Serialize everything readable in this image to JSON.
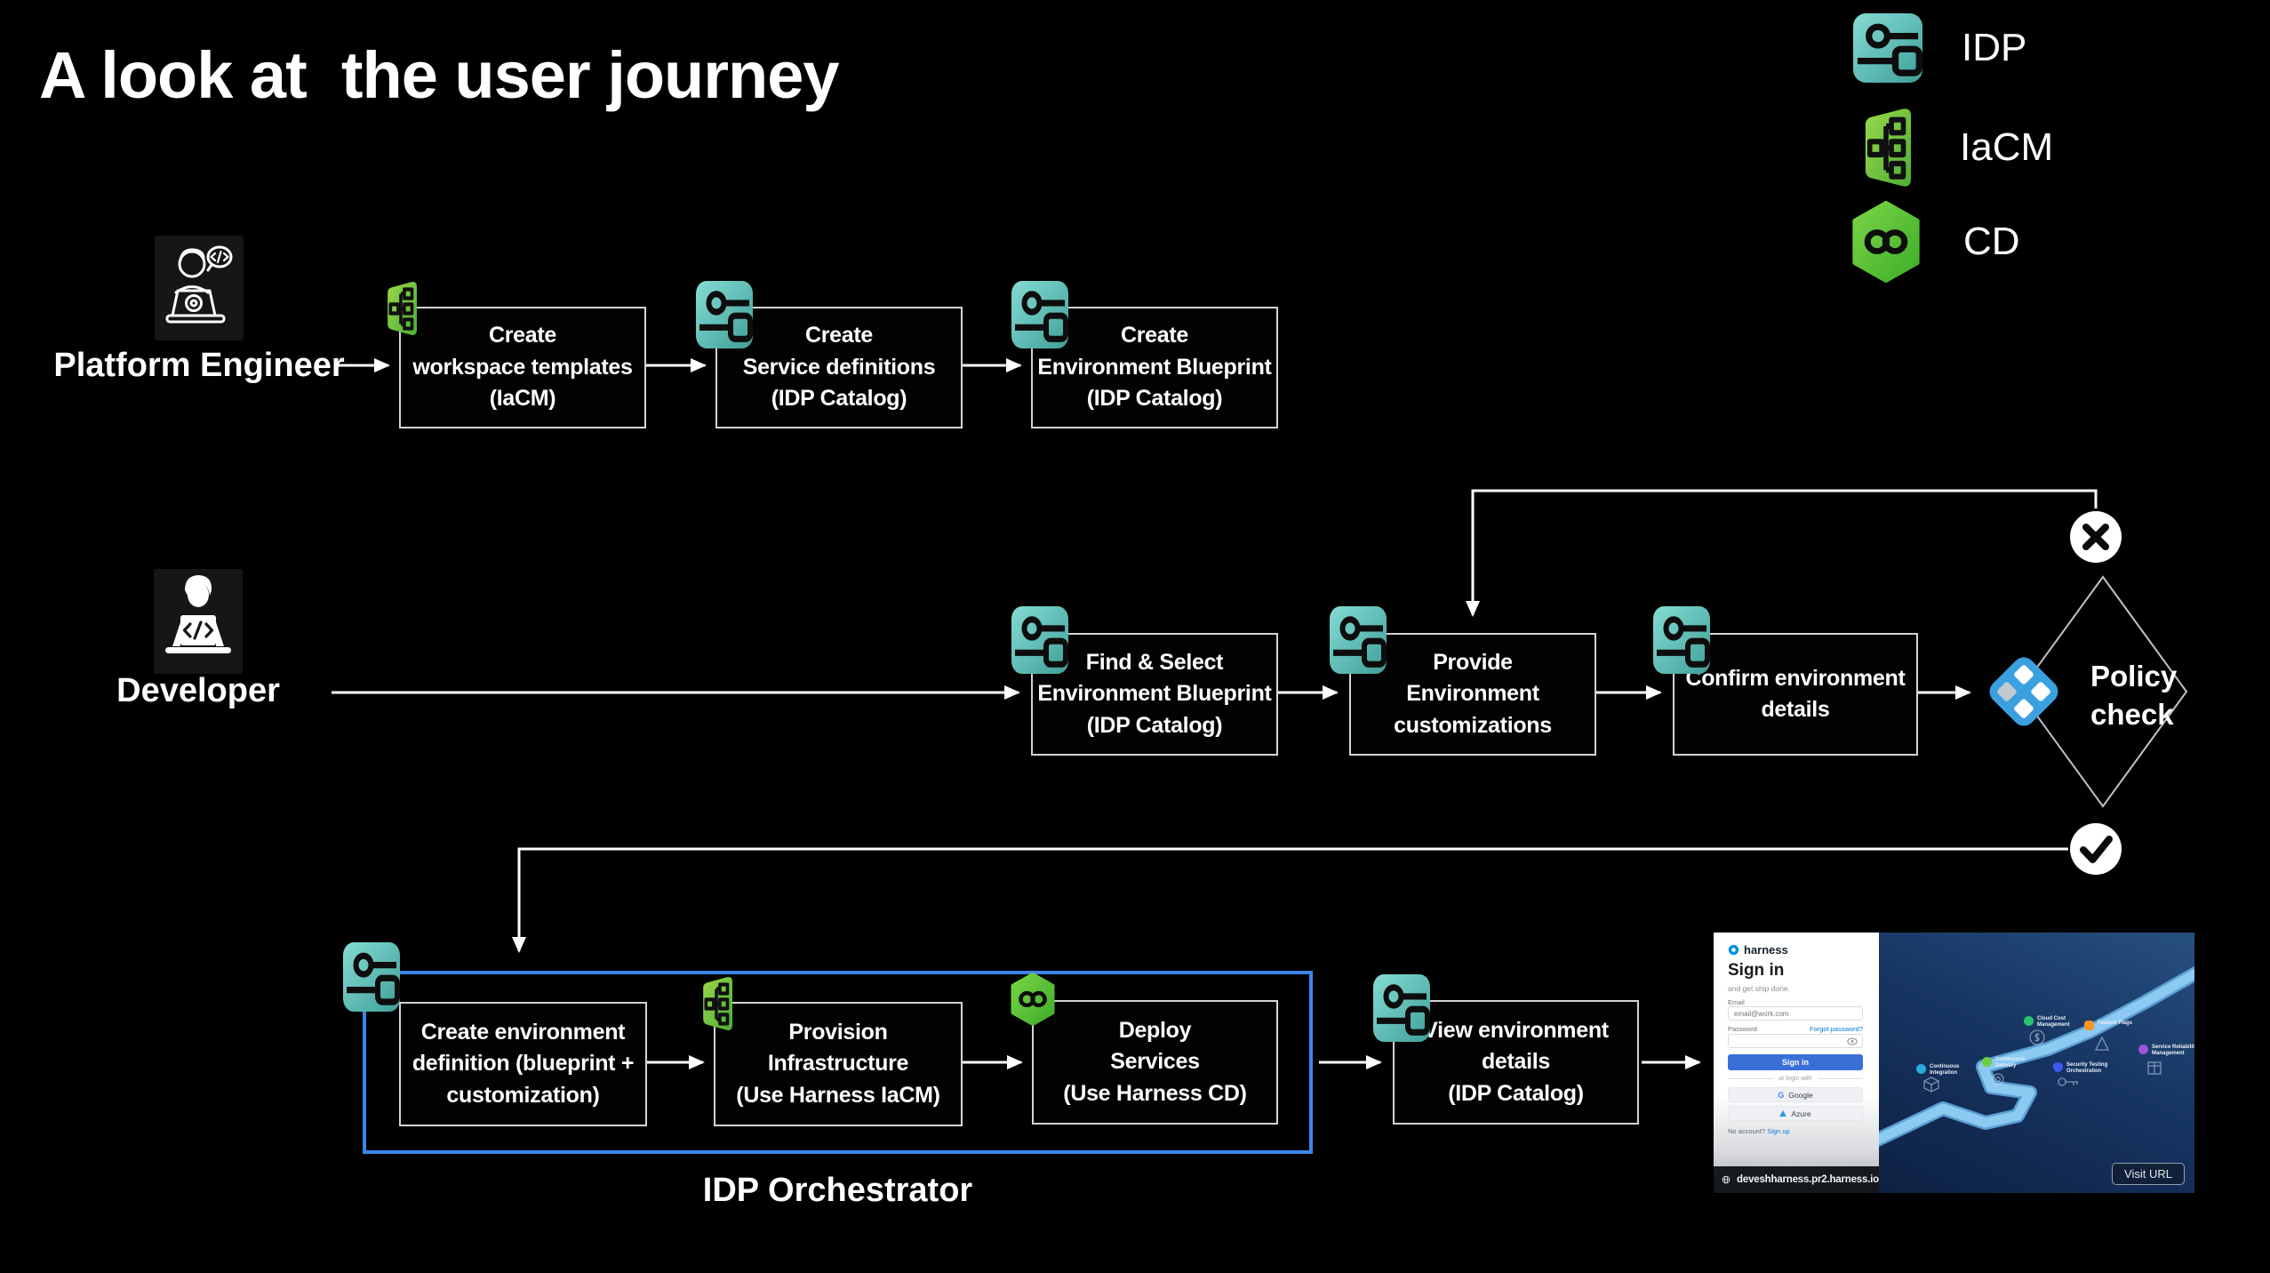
{
  "title": "A look at  the user journey",
  "legend": {
    "items": [
      {
        "name": "idp",
        "label": "IDP"
      },
      {
        "name": "iacm",
        "label": "IaCM"
      },
      {
        "name": "cd",
        "label": "CD"
      }
    ]
  },
  "actors": {
    "platform_engineer": {
      "label": "Platform Engineer"
    },
    "developer": {
      "label": "Developer"
    }
  },
  "flow": {
    "row1": {
      "boxes": [
        {
          "icon": "iacm",
          "label": "Create\nworkspace templates\n(IaCM)"
        },
        {
          "icon": "idp",
          "label": "Create\nService definitions\n(IDP Catalog)"
        },
        {
          "icon": "idp",
          "label": "Create\nEnvironment Blueprint\n(IDP Catalog)"
        }
      ]
    },
    "row2": {
      "boxes": [
        {
          "icon": "idp",
          "label": "Find & Select\nEnvironment Blueprint\n(IDP Catalog)"
        },
        {
          "icon": "idp",
          "label": "Provide\nEnvironment\ncustomizations"
        },
        {
          "icon": "idp",
          "label": "Confirm environment\ndetails"
        }
      ],
      "decision": {
        "label": "Policy\ncheck",
        "fail_icon": "x-mark",
        "pass_icon": "check-mark"
      }
    },
    "row3": {
      "boxes": [
        {
          "icon": "none",
          "label": "Create environment\ndefinition (blueprint +\ncustomization)"
        },
        {
          "icon": "iacm",
          "label": "Provision\nInfrastructure\n(Use Harness IaCM)"
        },
        {
          "icon": "cd",
          "label": "Deploy\nServices\n(Use Harness CD)"
        },
        {
          "icon": "idp",
          "label": "View environment\ndetails\n(IDP Catalog)"
        }
      ],
      "container_label": "IDP Orchestrator"
    }
  },
  "browser_preview": {
    "signin": {
      "logo": "harness",
      "heading": "Sign in",
      "tagline": "and get ship done.",
      "email_label": "Email",
      "email_placeholder": "email@work.com",
      "password_label": "Password",
      "forgot": "Forgot password?",
      "submit": "Sign in",
      "divider": "or login with",
      "google_g": "G",
      "google": "Google",
      "azure": "Azure",
      "no_account": "No account?",
      "signup": "Sign up"
    },
    "url": "deveshharness.pr2.harness.io",
    "visit_button": "Visit URL",
    "modules": [
      {
        "label": "Continuous\nIntegration",
        "color": "#29abe2"
      },
      {
        "label": "Continuous\nDelivery",
        "color": "#6fce3e"
      },
      {
        "label": "Cloud Cost\nManagement",
        "color": "#27c46f"
      },
      {
        "label": "Feature Flags",
        "color": "#f7941e"
      },
      {
        "label": "Security Testing\nOrchestration",
        "color": "#3d5af1"
      },
      {
        "label": "Service Reliability\nManagement",
        "color": "#9a57d8"
      }
    ]
  },
  "colors": {
    "background": "#000000",
    "accent_blue": "#3e83ea",
    "policy_blue": "#3aa0e0",
    "idp_teal_light": "#7ed9d0",
    "idp_teal_dark": "#3f9f98",
    "iacm_green_light": "#96d74c",
    "iacm_green_dark": "#4cae35",
    "cd_green_light": "#74d13f",
    "cd_green_dark": "#3fad2a",
    "box_border": "#d4d4d4",
    "arrow": "#ffffff"
  }
}
